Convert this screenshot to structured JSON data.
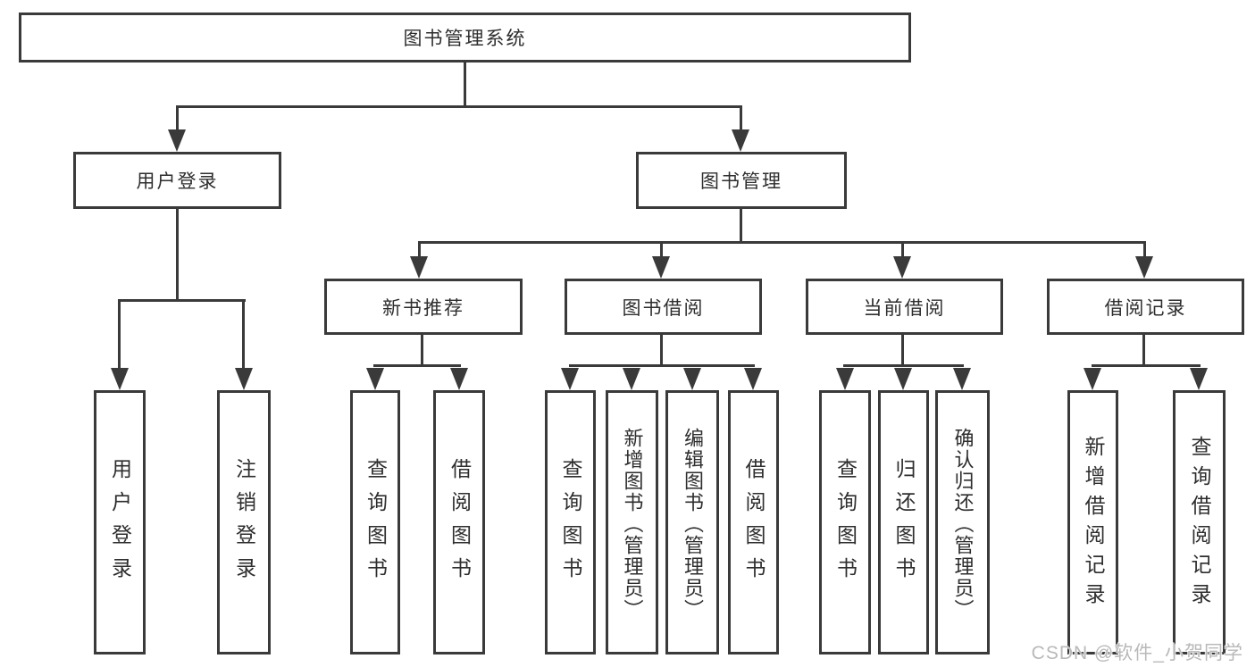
{
  "tree": {
    "root": {
      "label": "图书管理系统"
    },
    "level1": [
      {
        "label": "用户登录"
      },
      {
        "label": "图书管理"
      }
    ],
    "level2": [
      {
        "label": "新书推荐"
      },
      {
        "label": "图书借阅"
      },
      {
        "label": "当前借阅"
      },
      {
        "label": "借阅记录"
      }
    ],
    "leaves": {
      "login": [
        "用户登录",
        "注销登录"
      ],
      "newbook": [
        "查询图书",
        "借阅图书"
      ],
      "borrow": [
        "查询图书",
        "新增图书（管理员）",
        "编辑图书（管理员）",
        "借阅图书"
      ],
      "current": [
        "查询图书",
        "归还图书",
        "确认归还（管理员）"
      ],
      "records": [
        "新增借阅记录",
        "查询借阅记录"
      ]
    }
  },
  "watermark": {
    "text": "CSDN @软件_小贺同学",
    "color": "#b9b9b9"
  },
  "colors": {
    "line": "#3a3a3a",
    "text": "#2e2e2e",
    "background": "#ffffff"
  }
}
